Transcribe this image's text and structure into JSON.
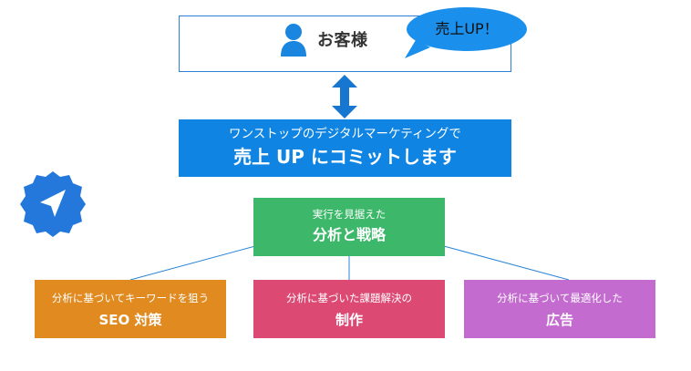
{
  "customer": {
    "label": "お客様",
    "icon": "person-icon"
  },
  "bubble": {
    "text": "売上UP！"
  },
  "main_message": {
    "line1": "ワンストップのデジタルマーケティングで",
    "line2": "売上 UP にコミットします"
  },
  "strategy": {
    "line1": "実行を見据えた",
    "line2": "分析と戦略"
  },
  "services": [
    {
      "line1": "分析に基づいてキーワードを狙う",
      "line2": "SEO 対策"
    },
    {
      "line1": "分析に基づいた課題解決の",
      "line2": "制作"
    },
    {
      "line1": "分析に基づいて最適化した",
      "line2": "広告"
    }
  ],
  "colors": {
    "customer_border": "#2b7fd4",
    "bubble": "#1a90ec",
    "main_box": "#0f84e3",
    "strategy_box": "#3db86a",
    "seo_box": "#e08a1f",
    "production_box": "#dc4a74",
    "ad_box": "#c46bd0",
    "badge": "#2478db"
  },
  "icons": [
    "person-icon",
    "double-arrow-icon",
    "navigation-badge-icon"
  ]
}
